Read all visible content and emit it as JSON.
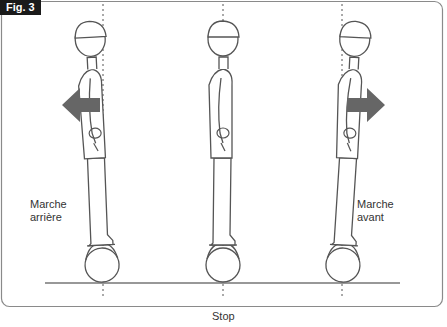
{
  "diagram": {
    "labels": [
      "Fig. 3",
      "Marche arrière",
      "Marche avant",
      "Stop"
    ]
  }
}
